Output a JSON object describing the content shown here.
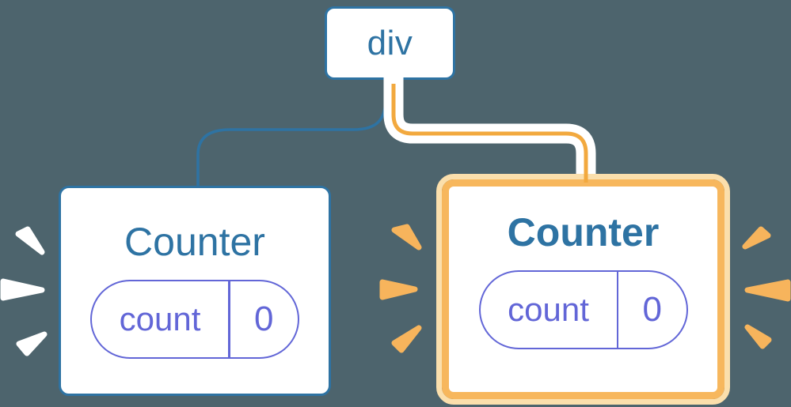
{
  "diagram": {
    "description": "React render-tree diagram: a div parent with two Counter children; the second Counter is highlighted orange with burst marks",
    "root": {
      "label": "div"
    },
    "children": [
      {
        "title": "Counter",
        "highlighted": false,
        "state": {
          "key": "count",
          "value": "0"
        }
      },
      {
        "title": "Counter",
        "highlighted": true,
        "state": {
          "key": "count",
          "value": "0"
        }
      }
    ],
    "colors": {
      "bg": "#4D646D",
      "blue": "#2E73A3",
      "purple": "#6266D7",
      "orange": "#F7B75D",
      "connectorOrange": "#F2A93F",
      "paleOrange": "#FBDFAC",
      "sparkWhite": "#FFFFFF",
      "cardFill": "#FFFFFF"
    }
  }
}
